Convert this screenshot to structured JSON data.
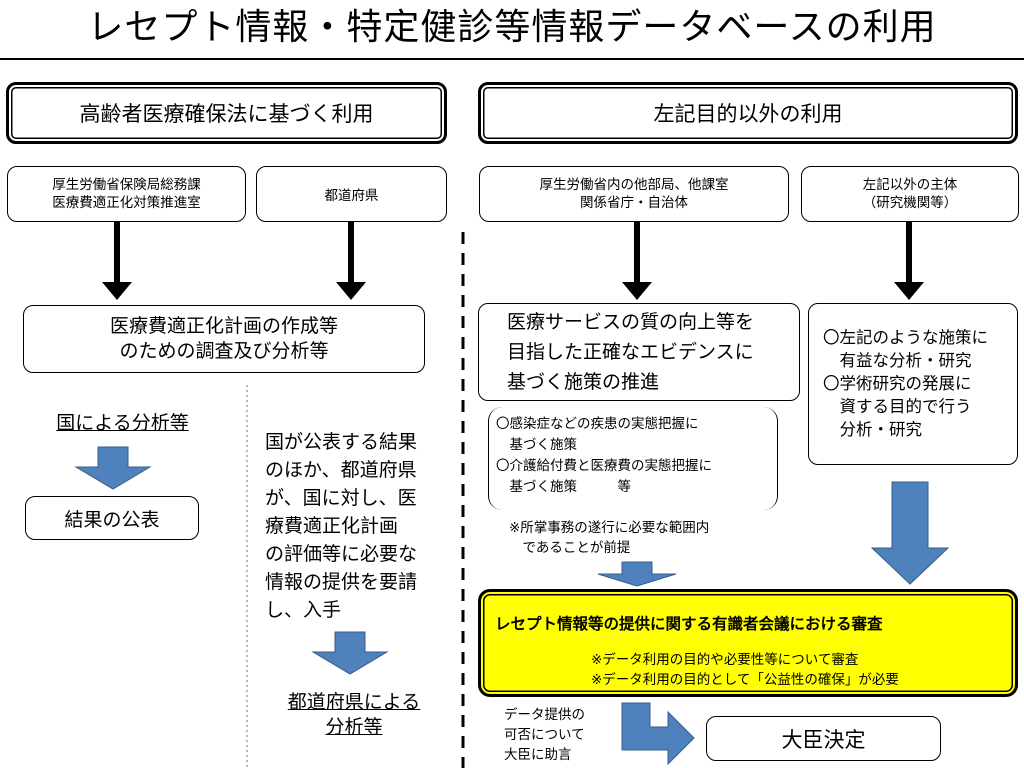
{
  "title": "レセプト情報・特定健診等情報データベースの利用",
  "left_header": "高齢者医療確保法に基づく利用",
  "right_header": "左記目的以外の利用",
  "left": {
    "org1": [
      "厚生労働省保険局総務課",
      "医療費適正化対策推進室"
    ],
    "org2": "都道府県",
    "purpose": [
      "医療費適正化計画の作成等",
      "のための調査及び分析等"
    ],
    "national_analysis": "国による分析等",
    "publish": "結果の公表",
    "pref_request": [
      "国が公表する結果",
      "のほか、都道府県",
      "が、国に対し、医",
      "療費適正化計画",
      "の評価等に必要な",
      "情報の提供を要請",
      "し、入手"
    ],
    "pref_analysis": [
      "都道府県による",
      "分析等"
    ]
  },
  "right": {
    "org1": [
      "厚生労働省内の他部局、他課室",
      "関係省庁・自治体"
    ],
    "org2": [
      "左記以外の主体",
      "（研究機関等）"
    ],
    "purpose1": [
      "医療サービスの質の向上等を",
      "目指した正確なエビデンスに",
      "基づく施策の推進"
    ],
    "purpose1_examples": [
      "〇感染症などの疾患の実態把握に",
      "　基づく施策",
      "〇介護給付費と医療費の実態把握に",
      "　基づく施策　　　等"
    ],
    "purpose1_note": [
      "※所掌事務の遂行に必要な範囲内",
      "　であることが前提"
    ],
    "purpose2": [
      "〇左記のような施策に",
      "　有益な分析・研究",
      "〇学術研究の発展に",
      "　資する目的で行う",
      "　分析・研究"
    ]
  },
  "review": {
    "title": "レセプト情報等の提供に関する有識者会議における審査",
    "note1": "※データ利用の目的や必要性等について審査",
    "note2": "※データ利用の目的として「公益性の確保」が必要"
  },
  "advice": [
    "データ提供の",
    "可否について",
    "大臣に助言"
  ],
  "decision": "大臣決定",
  "colors": {
    "blue_arrow": "#4f81bd",
    "review_fill": "#ffff00"
  }
}
